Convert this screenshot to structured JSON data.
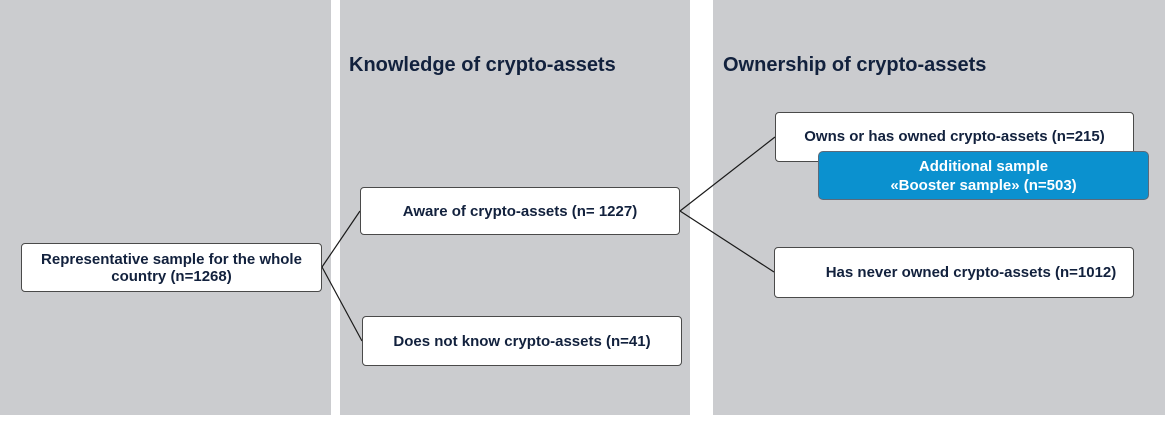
{
  "headings": {
    "knowledge": "Knowledge of crypto-assets",
    "ownership": "Ownership of crypto-assets"
  },
  "nodes": {
    "representative": "Representative sample for the whole country (n=1268)",
    "aware": "Aware of crypto-assets (n= 1227)",
    "not_know": "Does not know crypto-assets (n=41)",
    "owns": "Owns or has owned crypto-assets (n=215)",
    "never": "Has never owned crypto-assets (n=1012)"
  },
  "booster": {
    "line1": "Additional sample",
    "line2": "«Booster sample» (n=503)"
  },
  "colors": {
    "panel": "#cbcccf",
    "text": "#12213d",
    "booster_fill": "#0b91cf",
    "connector": "#1a1a1a"
  }
}
